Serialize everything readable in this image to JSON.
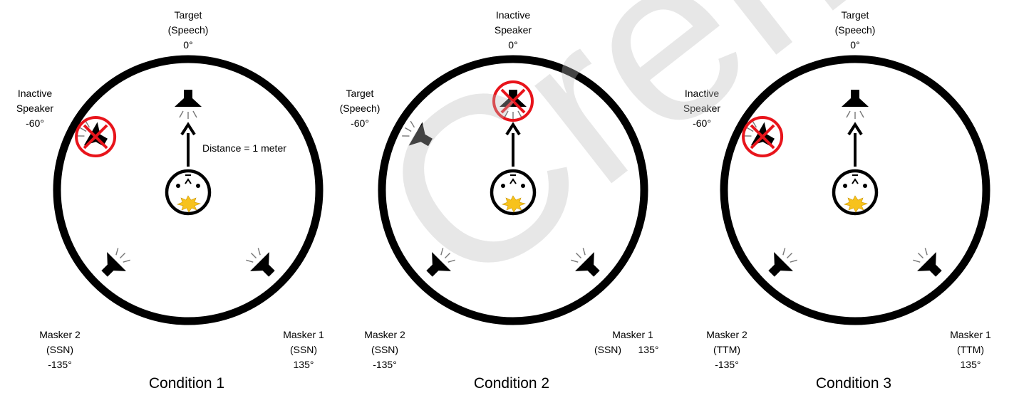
{
  "watermark": "Crem",
  "distance_label": "Distance = 1 meter",
  "conditions": [
    {
      "caption": "Condition 1",
      "top": [
        "Target",
        "(Speech)",
        "0°"
      ],
      "left": [
        "Inactive",
        "Speaker",
        "-60°"
      ],
      "m2": [
        "Masker 2",
        "(SSN)",
        "-135°"
      ],
      "m1": [
        "Masker 1",
        "(SSN)",
        "135°"
      ]
    },
    {
      "caption": "Condition 2",
      "top": [
        "Inactive",
        "Speaker",
        "0°"
      ],
      "left": [
        "Target",
        "(Speech)",
        "-60°"
      ],
      "m2": [
        "Masker 2",
        "(SSN)",
        "-135°"
      ],
      "m1": [
        "Masker 1",
        "(SSN)",
        "135°"
      ]
    },
    {
      "caption": "Condition 3",
      "top": [
        "Target",
        "(Speech)",
        "0°"
      ],
      "left": [
        "Inactive",
        "Speaker",
        "-60°"
      ],
      "m2": [
        "Masker 2",
        "(TTM)",
        "-135°"
      ],
      "m1": [
        "Masker 1",
        "(TTM)",
        "135°"
      ]
    }
  ],
  "colors": {
    "outline": "#000000",
    "cross": "#e8141b",
    "mouth": "#f7c21c",
    "watermark": "#bdbdbd"
  },
  "icons": [
    "loudspeaker-icon",
    "listener-head-icon",
    "prohibited-sign-icon",
    "arrow-icon"
  ]
}
